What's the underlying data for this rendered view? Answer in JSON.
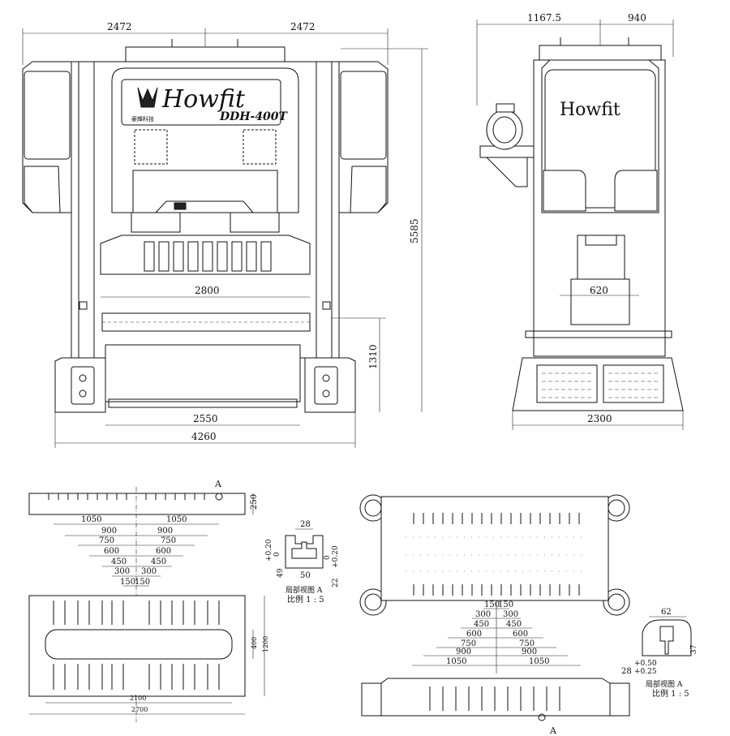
{
  "front_view": {
    "brand": "Howfit",
    "model": "DDH-400T",
    "cn_brand": "豪輝科技",
    "dims": {
      "half_left": "2472",
      "half_right": "2472",
      "height": "5585",
      "slide": "2800",
      "bed_height": "1310",
      "bolster": "2550",
      "total_width": "4260"
    }
  },
  "side_view": {
    "brand": "Howfit",
    "dims": {
      "left": "1167.5",
      "right": "940",
      "slide_depth": "620",
      "base_width": "2300"
    }
  },
  "slide_plan": {
    "dims": {
      "h250": "250",
      "d1050a": "1050",
      "d1050b": "1050",
      "d900a": "900",
      "d900b": "900",
      "d750a": "750",
      "d750b": "750",
      "d600a": "600",
      "d600b": "600",
      "d450a": "450",
      "d450b": "450",
      "d300a": "300",
      "d300b": "300",
      "d150a": "150",
      "d150b": "150",
      "w2100": "2100",
      "w2700": "2700",
      "h400": "400",
      "h1200": "1200"
    },
    "marker": "A"
  },
  "detail_a1": {
    "d28": "28",
    "d50": "50",
    "d49": "49",
    "d22": "22",
    "tol_plus": "+0.20",
    "tol_zero": "0",
    "tol_zero2": "0",
    "tol_plus2": "+0.20",
    "caption": "局部视图 A",
    "scale": "比例 1 : 5"
  },
  "bolster_plan": {
    "dims": {
      "d150a": "150",
      "d150b": "150",
      "d300a": "300",
      "d300b": "300",
      "d450a": "450",
      "d450b": "450",
      "d600a": "600",
      "d600b": "600",
      "d750a": "750",
      "d750b": "750",
      "d900a": "900",
      "d900b": "900",
      "d1050a": "1050",
      "d1050b": "1050"
    },
    "marker": "A"
  },
  "detail_a2": {
    "d62": "62",
    "d37": "37",
    "d28": "28",
    "tol_a": "+0.50",
    "tol_b": "+0.25",
    "caption": "局部视图 A",
    "scale": "比例 1 : 5"
  }
}
